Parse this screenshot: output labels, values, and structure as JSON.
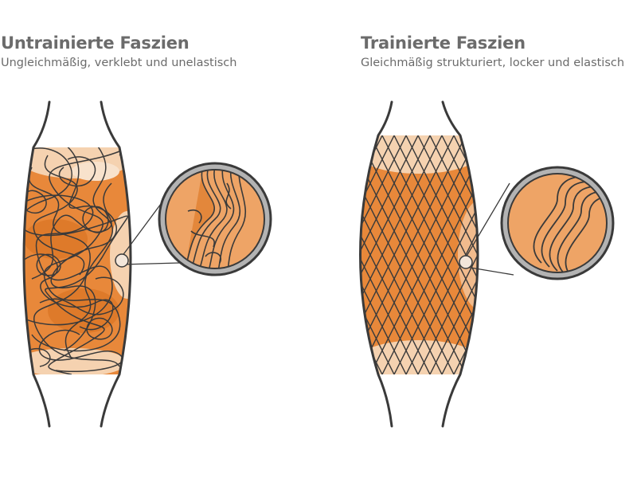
{
  "colors": {
    "fiber_stroke": "#3a3a3a",
    "orange_main": "#e8883a",
    "orange_dark": "#de7a2a",
    "orange_light": "#f5d2b0",
    "orange_pale": "#f8e2cc",
    "zoom_fill": "#eea466",
    "ring_gray": "#b3b3b3",
    "text_gray": "#6b6b6b"
  },
  "untrained": {
    "title": "Untrainierte Faszien",
    "subtitle": "Ungleichmäßig, verklebt und unelastisch"
  },
  "trained": {
    "title": "Trainierte Faszien",
    "subtitle": "Gleichmäßig strukturiert, locker und elastisch"
  }
}
